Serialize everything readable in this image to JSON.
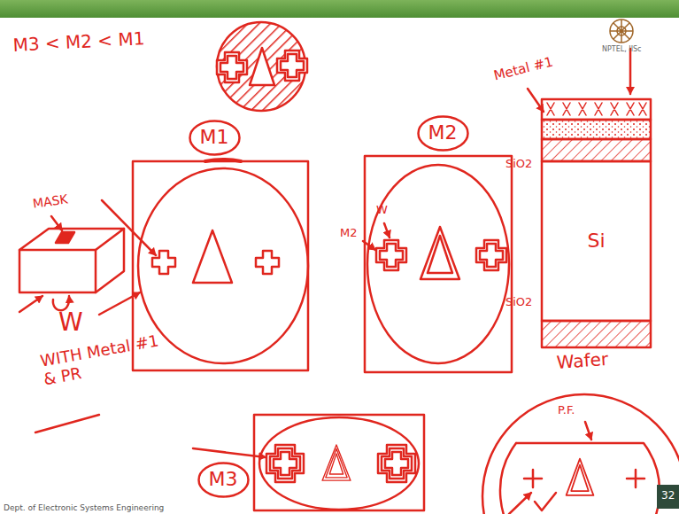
{
  "diagram": {
    "nodes": [
      {
        "text": [
          "M1"
        ]
      },
      {
        "text": [
          "M2"
        ]
      },
      {
        "text": [
          "Si"
        ]
      },
      {
        "text": [
          "M3"
        ]
      }
    ],
    "labels": [
      "M3 < M2 < M1",
      "MASK",
      "W",
      "WITH Metal #1 & PR",
      "M2",
      "W",
      "Metal #1",
      "SiO2",
      "SiO2",
      "Wafer",
      "P.F.",
      "NPTEL, IISc",
      "Dept. of Electronic Systems Engineering",
      "32"
    ]
  }
}
